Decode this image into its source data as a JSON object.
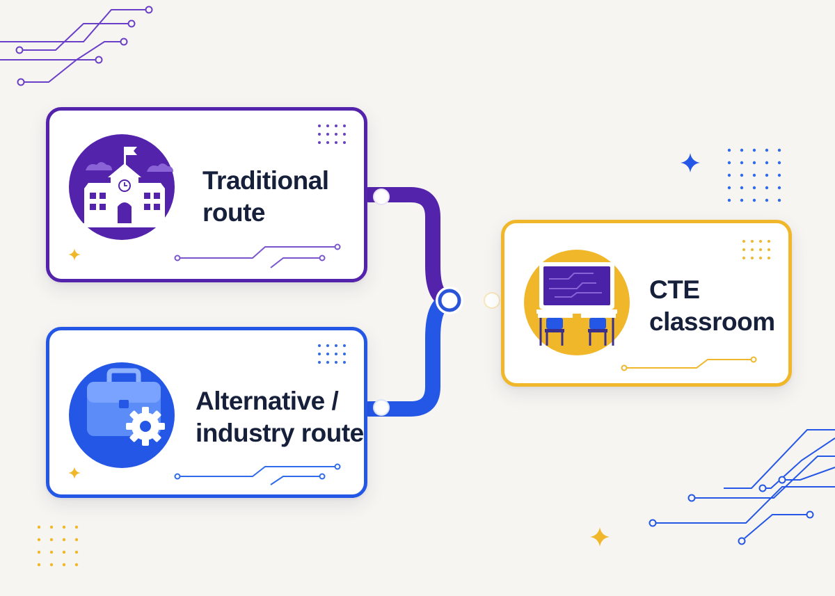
{
  "nodes": {
    "traditional": {
      "line1": "Traditional",
      "line2": "route",
      "color": "#5423ab",
      "icon": "school-building-icon"
    },
    "alternative": {
      "line1": "Alternative /",
      "line2": "industry route",
      "color": "#2457e6",
      "icon": "briefcase-gear-icon"
    },
    "cte": {
      "line1": "CTE",
      "line2": "classroom",
      "color": "#f0b72a",
      "icon": "classroom-board-icon"
    }
  },
  "edges": [
    {
      "from": "traditional",
      "to": "cte"
    },
    {
      "from": "alternative",
      "to": "cte"
    }
  ]
}
